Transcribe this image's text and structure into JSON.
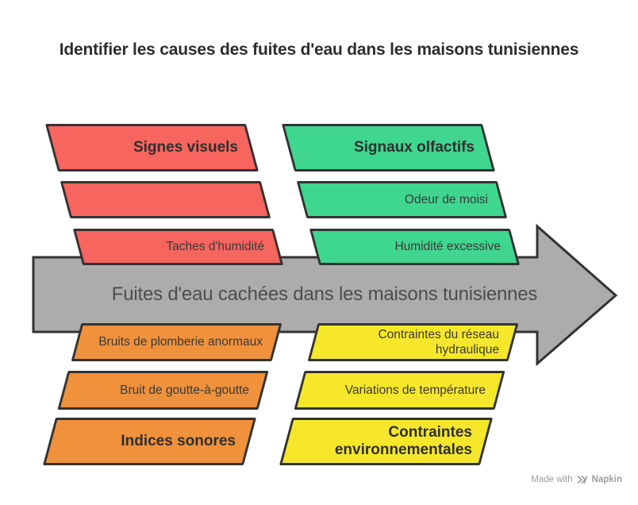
{
  "title": "Identifier les causes des fuites d'eau dans les maisons tunisiennes",
  "center": {
    "label": "Fuites d'eau cachées dans les maisons tunisiennes"
  },
  "groups": {
    "visual": {
      "header": "Signes visuels",
      "items": [
        "",
        "Taches d'humidité"
      ]
    },
    "olfactory": {
      "header": "Signaux olfactifs",
      "items": [
        "Odeur de moisi",
        "Humidité excessive"
      ]
    },
    "sound": {
      "header": "Indices sonores",
      "items": [
        "Bruits de plomberie anormaux",
        "Bruit de goutte-à-goutte"
      ]
    },
    "environmental": {
      "header": "Contraintes environnementales",
      "items": [
        "Contraintes du réseau hydraulique",
        "Variations de température"
      ]
    }
  },
  "watermark": {
    "made_with": "Made with",
    "brand": "Napkin"
  },
  "colors": {
    "red": "#F6655E",
    "green": "#3FD68F",
    "orange": "#F0913C",
    "yellow": "#F6E72A",
    "arrow_gray": "#ACACAC",
    "outline": "#333333",
    "title_text": "#2D2D2D",
    "body_text": "#3A3A3A",
    "arrow_text": "#4D4D4D",
    "watermark_gray": "#9C9C9C"
  }
}
